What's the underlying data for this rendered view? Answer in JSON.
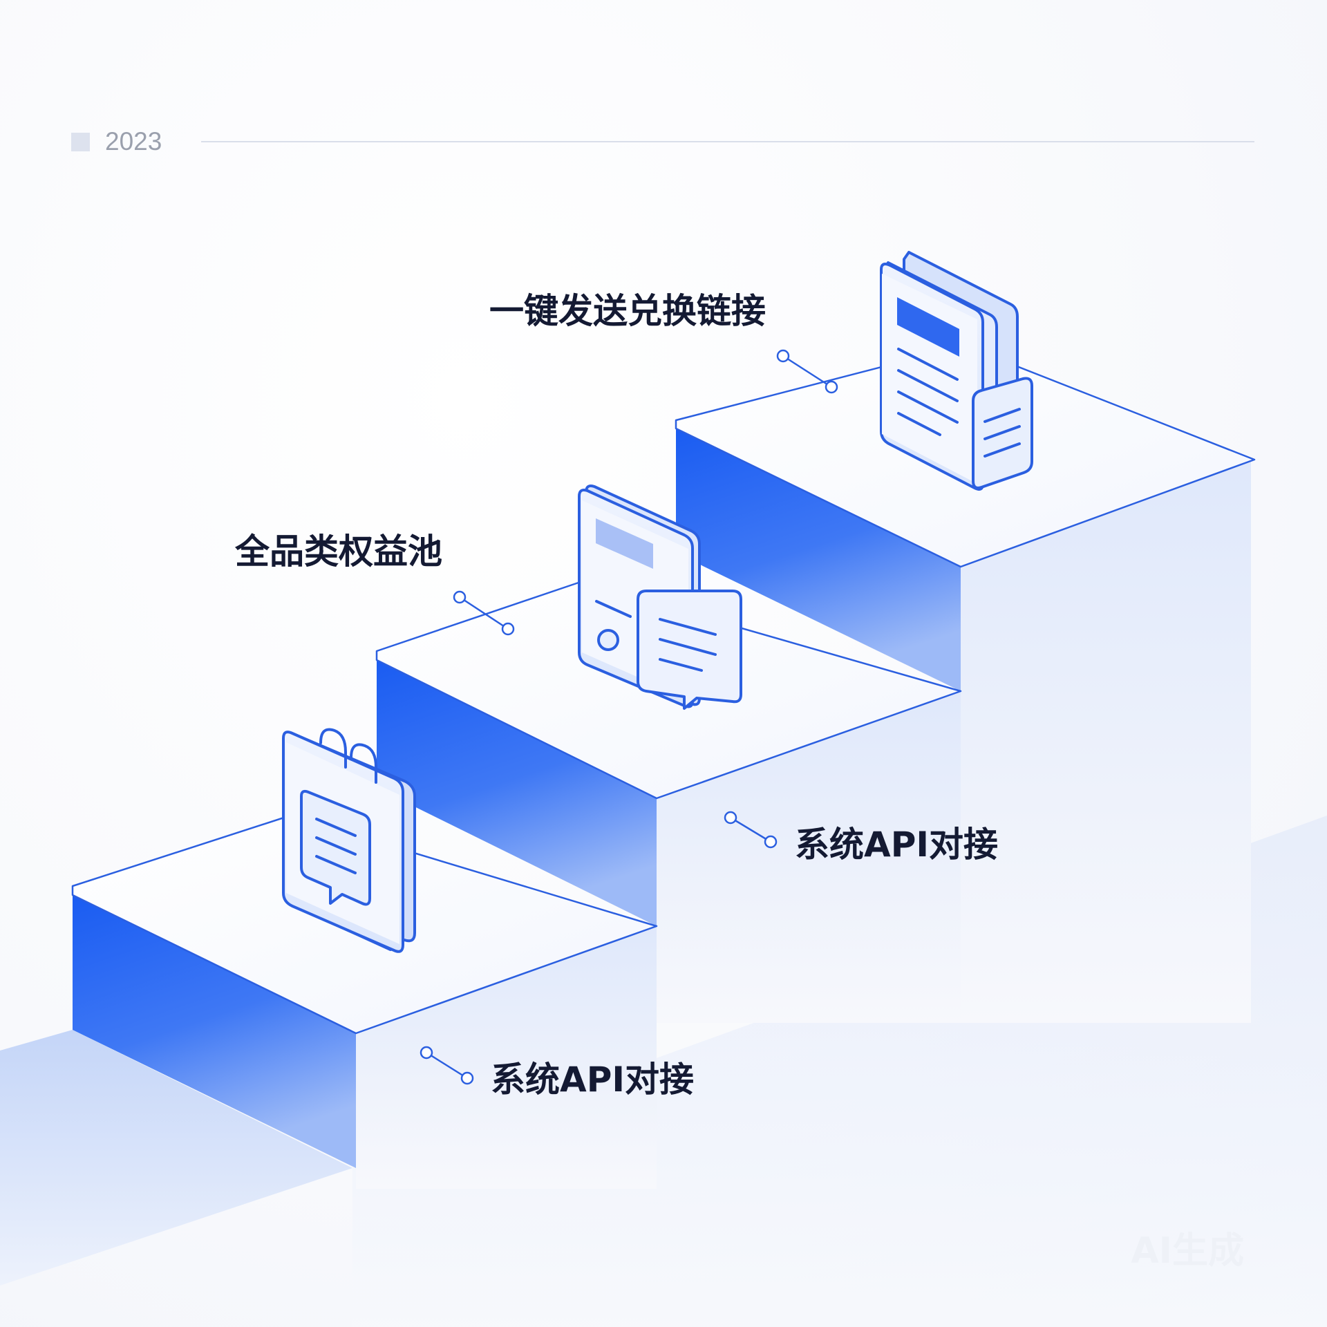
{
  "header": {
    "year": "2023"
  },
  "steps": [
    {
      "label": "一键发送兑换链接",
      "icon": "document-stack-icon"
    },
    {
      "label": "全品类权益池",
      "icon": "card-with-chat-icon"
    },
    {
      "label": "系统API对接",
      "icon": ""
    },
    {
      "label": "系统API对接",
      "icon": "clipboard-chat-icon"
    }
  ],
  "watermark": "AI生成",
  "colors": {
    "accent": "#1f5ef5",
    "accent_light": "#dce6fb",
    "outline": "#2b5fe0",
    "text": "#141a33",
    "muted": "#9aa0ad"
  }
}
